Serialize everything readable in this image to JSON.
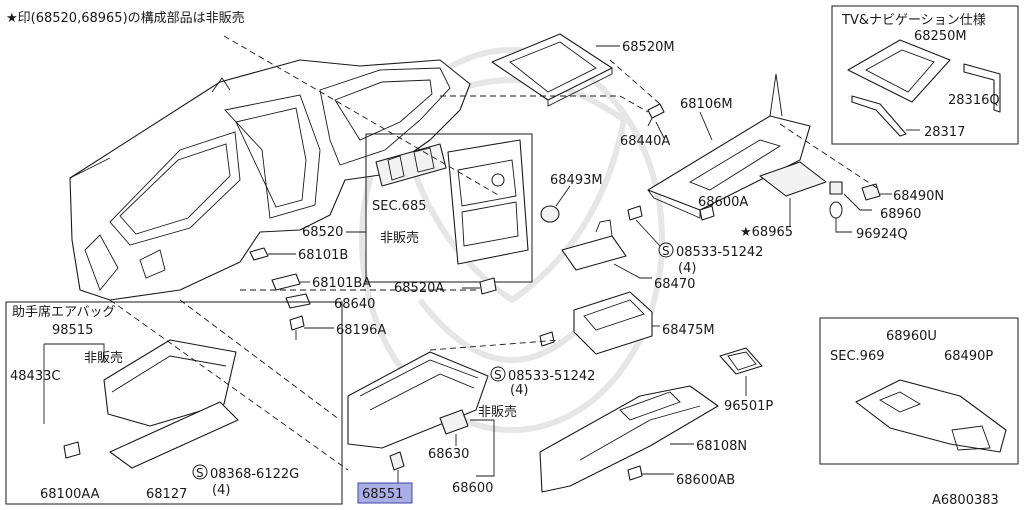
{
  "header": {
    "note": "★印(68520,68965)の構成部品は非販売"
  },
  "footer": {
    "diagram_id": "A6800383"
  },
  "highlight_color": "#a9aee6",
  "insets": {
    "tv_navi": {
      "title": "TV&ナビゲーション仕様",
      "parts": [
        "68250M",
        "28316Q",
        "28317"
      ]
    },
    "airbag": {
      "title": "助手席エアバッグ",
      "parts": [
        "98515",
        "非販売",
        "48433C",
        "68100AA",
        "68127",
        "08368-6122G",
        "(4)"
      ]
    },
    "console": {
      "parts": [
        "68960U",
        "SEC.969",
        "68490P"
      ]
    }
  },
  "labels": {
    "p68520M": "68520M",
    "p68440A": "68440A",
    "p68106M": "68106M",
    "p68493M": "68493M",
    "p68490N": "68490N",
    "p68600A": "68600A",
    "p68960": "68960",
    "p68965": "★68965",
    "p96924Q": "96924Q",
    "sec685": "SEC.685",
    "p68520": "68520",
    "hihanbai1": "非販売",
    "p0853351242a": "08533-51242",
    "qty4a": "(4)",
    "p68101B": "68101B",
    "p68101BA": "68101BA",
    "p68640": "68640",
    "p68520A": "68520A",
    "p68470": "68470",
    "p68196A": "68196A",
    "p68475M": "68475M",
    "p0853351242b": "08533-51242",
    "qty4b": "(4)",
    "hihanbai2": "非販売",
    "p96501P": "96501P",
    "p68630": "68630",
    "p68108N": "68108N",
    "p68600AB": "68600AB",
    "p68600": "68600",
    "p68551": "68551"
  },
  "symbols": {
    "screw_mark": "S"
  }
}
